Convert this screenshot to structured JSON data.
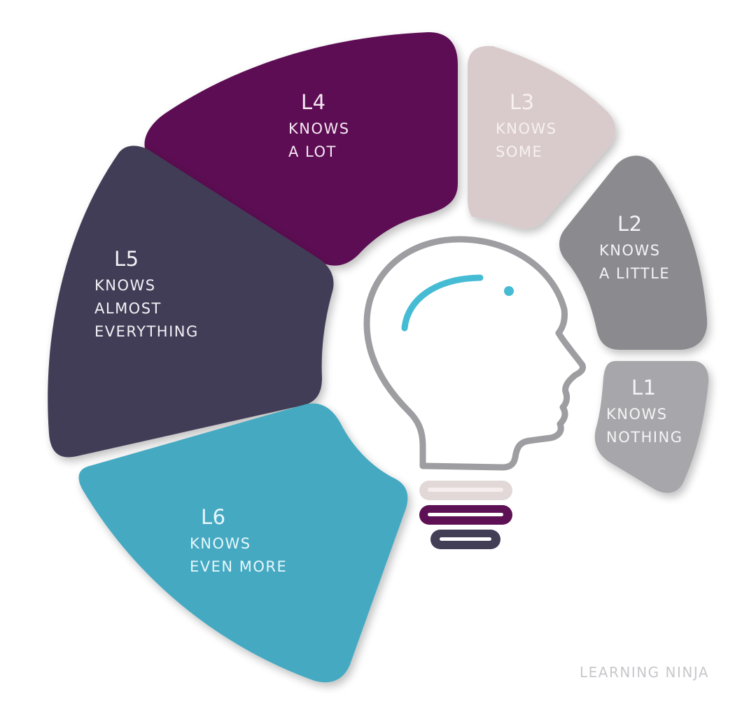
{
  "diagram": {
    "title": "Knowledge levels L1-L6 around a lightbulb-head icon",
    "segments": [
      {
        "id": "L1",
        "level": "L1",
        "description": "KNOWS\nNOTHING",
        "color": "#a7a6aa"
      },
      {
        "id": "L2",
        "level": "L2",
        "description": "KNOWS\nA LITTLE",
        "color": "#8b8a8f"
      },
      {
        "id": "L3",
        "level": "L3",
        "description": "KNOWS\nSOME",
        "color": "#d9cbcc"
      },
      {
        "id": "L4",
        "level": "L4",
        "description": "KNOWS\nA LOT",
        "color": "#5d1053"
      },
      {
        "id": "L5",
        "level": "L5",
        "description": "KNOWS\nALMOST\nEVERYTHING",
        "color": "#423e56"
      },
      {
        "id": "L6",
        "level": "L6",
        "description": "KNOWS\nEVEN MORE",
        "color": "#45a9c2"
      }
    ],
    "center_icon": {
      "name": "lightbulb-head-icon",
      "outline_color": "#9e9ea2",
      "accent_color": "#46bcd4",
      "base_bands": [
        "#e2d8d8",
        "#5d1053",
        "#423e56"
      ]
    }
  },
  "brand": {
    "text": "LEARNING NINJA"
  }
}
